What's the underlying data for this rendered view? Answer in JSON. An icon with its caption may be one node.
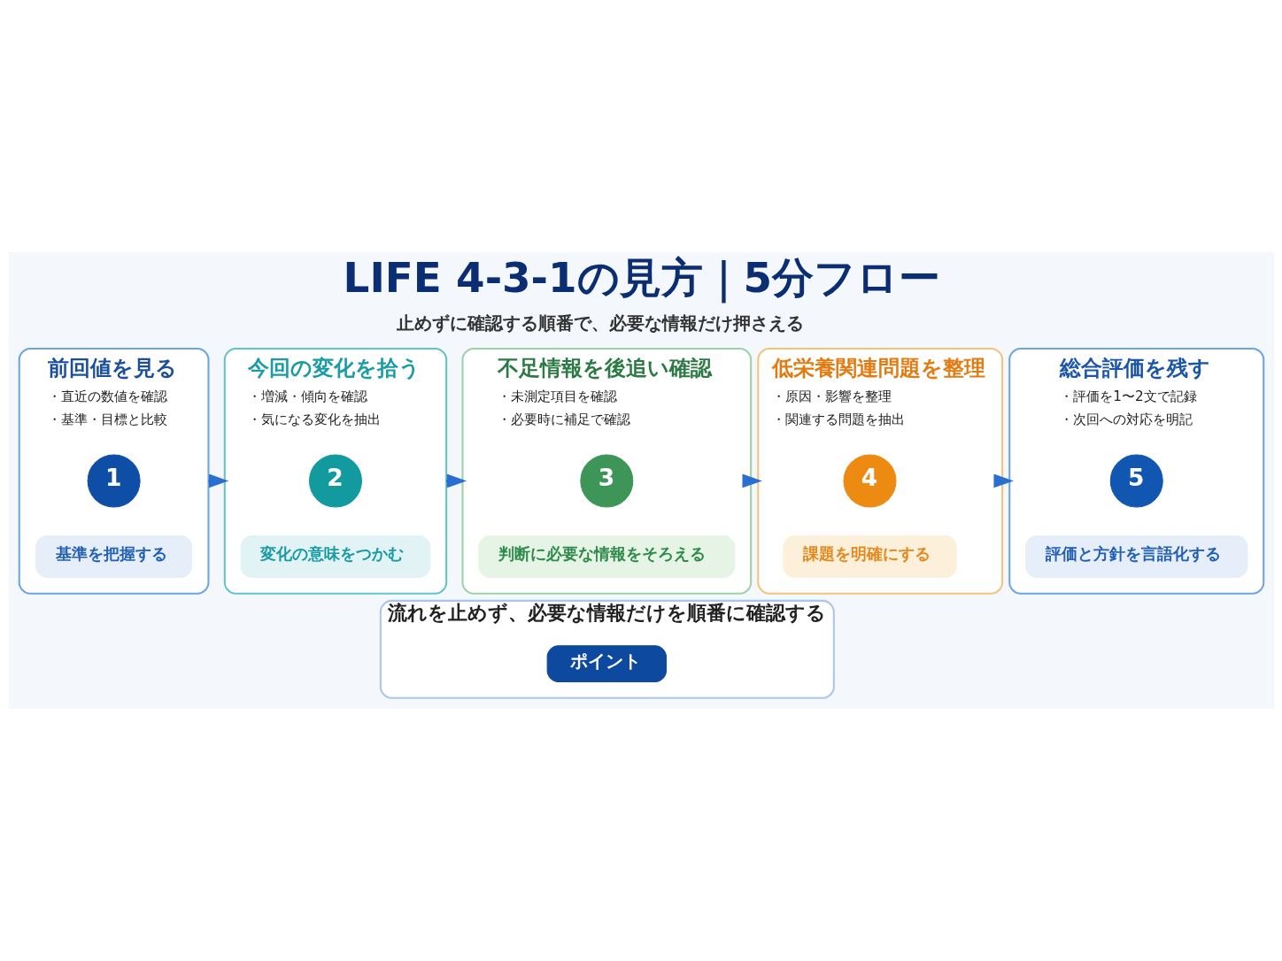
{
  "diagram": {
    "title": "LIFE 4-3-1の見方｜5分フロー",
    "nodes": [
      {
        "text": [
          "前回値を見る",
          "・直近の数値を確認",
          "・基準・目標と比較"
        ]
      },
      {
        "text": [
          "1"
        ],
        "in": 0
      },
      {
        "text": [
          "基準を把握する"
        ],
        "in": 0
      },
      {
        "text": [
          "今回の変化を拾う",
          "・増減・傾向を確認",
          "・気になる変化を抽出"
        ]
      },
      {
        "text": [
          "2"
        ],
        "in": 3
      },
      {
        "text": [
          "変化の意味をつかむ"
        ],
        "in": 3
      },
      {
        "text": [
          "不足情報を後追い確認",
          "・未測定項目を確認",
          "・必要時に補足で確認"
        ]
      },
      {
        "text": [
          "3"
        ],
        "in": 6
      },
      {
        "text": [
          "判断に必要な情報をそろえる"
        ],
        "in": 6
      },
      {
        "text": [
          "低栄養関連問題を整理",
          "・原因・影響を整理",
          "・関連する問題を抽出"
        ]
      },
      {
        "text": [
          "4"
        ],
        "in": 9
      },
      {
        "text": [
          "課題を明確にする"
        ],
        "in": 9
      },
      {
        "text": [
          "総合評価を残す",
          "・評価を1〜2文で記録",
          "・次回への対応を明記"
        ]
      },
      {
        "text": [
          "5"
        ],
        "in": 12
      },
      {
        "text": [
          "評価と方針を言語化する"
        ],
        "in": 12
      },
      {
        "text": [
          "流れを止めず、必要な情報だけを順番に確認する"
        ]
      },
      {
        "text": [
          "ポイント"
        ],
        "in": 15
      }
    ],
    "edges": [
      {
        "from": 0,
        "to": 3,
        "arrow": "to"
      },
      {
        "from": 3,
        "to": 6,
        "arrow": "to"
      },
      {
        "from": 6,
        "to": 9,
        "arrow": "to"
      },
      {
        "from": 9,
        "to": 12,
        "arrow": "to"
      }
    ],
    "labels": [
      "止めずに確認する順番で、必要な情報だけ押さえる"
    ]
  }
}
